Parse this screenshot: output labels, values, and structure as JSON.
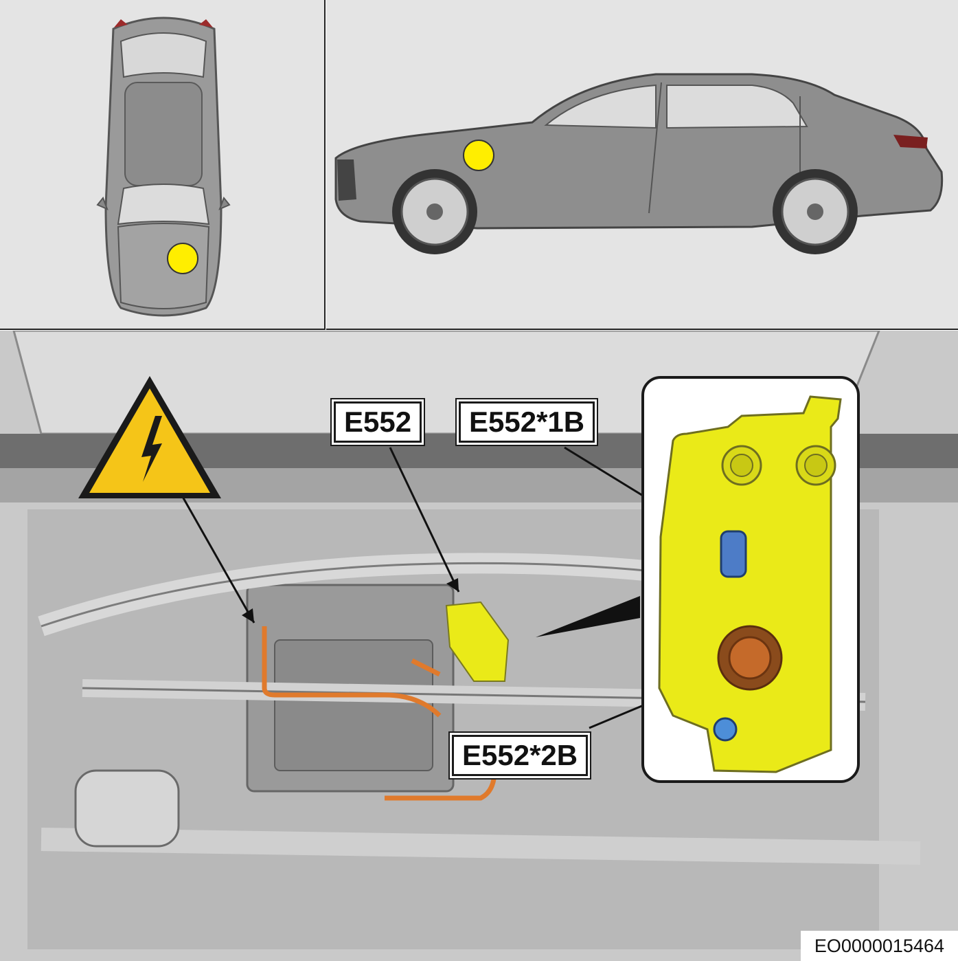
{
  "labels": {
    "component": "E552",
    "connector_1": "E552*1B",
    "connector_2": "E552*2B"
  },
  "document_id": "EO0000015464",
  "warning_symbol": "high-voltage-warning-icon",
  "colors": {
    "marker": "#ffee00",
    "component_highlight": "#eaea18",
    "high_voltage_cable": "#e07a2c",
    "warning_triangle": "#f5c518"
  }
}
